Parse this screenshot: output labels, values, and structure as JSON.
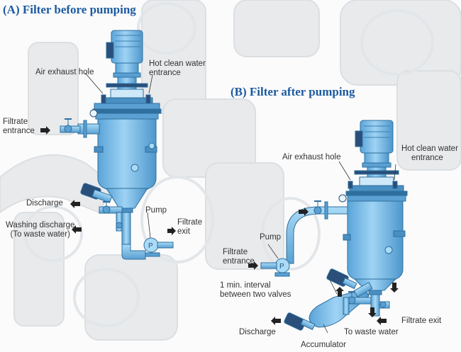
{
  "diagram_a": {
    "title": "(A) Filter before pumping",
    "labels": {
      "air_exhaust": "Air exhaust hole",
      "hot_water_1": "Hot clean water",
      "hot_water_2": "entrance",
      "filtrate_entrance_1": "Filtrate",
      "filtrate_entrance_2": "entrance",
      "discharge": "Discharge",
      "washing_1": "Washing discharge",
      "washing_2": "(To waste water)",
      "pump": "Pump",
      "filtrate_exit_1": "Filtrate",
      "filtrate_exit_2": "exit"
    }
  },
  "diagram_b": {
    "title": "(B) Filter after pumping",
    "labels": {
      "air_exhaust": "Air exhaust hole",
      "hot_water_1": "Hot clean water",
      "hot_water_2": "entrance",
      "pump": "Pump",
      "filtrate_entrance_1": "Filtrate",
      "filtrate_entrance_2": "entrance",
      "interval_1": "1 min. interval",
      "interval_2": "between two valves",
      "discharge": "Discharge",
      "accumulator": "Accumulator",
      "waste_water": "To waste water",
      "filtrate_exit": "Filtrate exit"
    }
  },
  "colors": {
    "equipment": "#7ec0ea",
    "equipment_dark": "#3d87bd",
    "title": "#1c5aa0",
    "label": "#333333",
    "arrow": "#222222"
  }
}
